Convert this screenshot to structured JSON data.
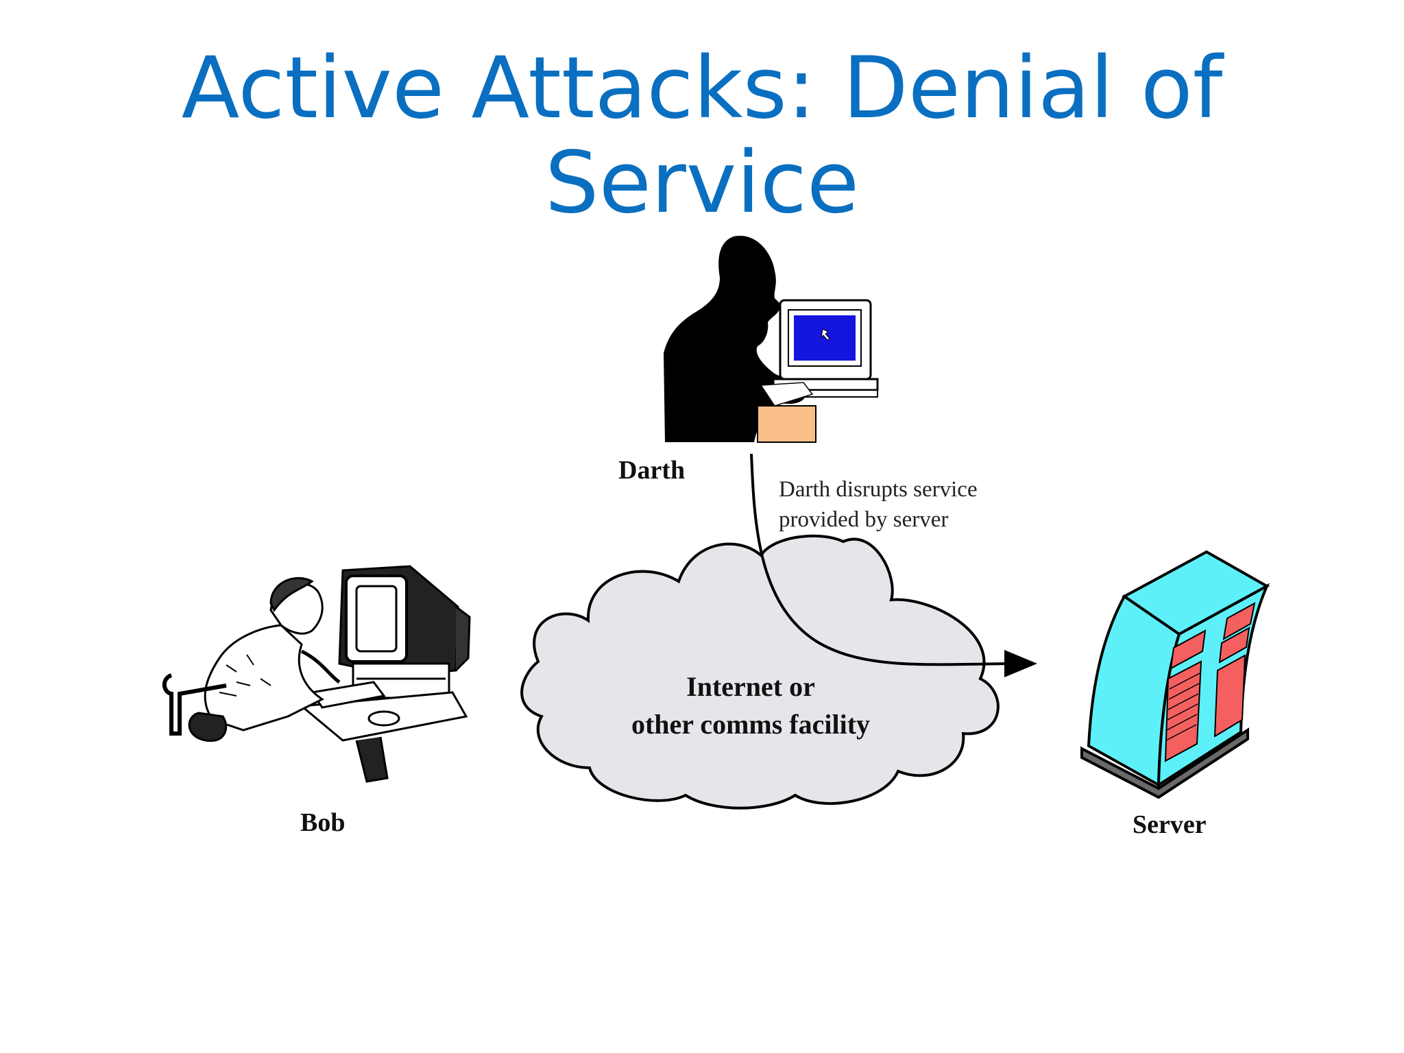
{
  "slide": {
    "title_line1": "Active Attacks: Denial of",
    "title_line2": "Service"
  },
  "diagram": {
    "actors": {
      "darth": "Darth",
      "bob": "Bob",
      "server": "Server"
    },
    "cloud": {
      "line1": "Internet or",
      "line2": "other comms facility"
    },
    "annotation": {
      "line1": "Darth disrupts service",
      "line2": "provided by server"
    }
  },
  "colors": {
    "title": "#0a6fc0",
    "server_body": "#5ef0f8",
    "server_panels": "#f46060",
    "cloud_fill": "#e6e5ea",
    "darth_screen": "#1515e0",
    "darth_desk": "#f8c088"
  }
}
